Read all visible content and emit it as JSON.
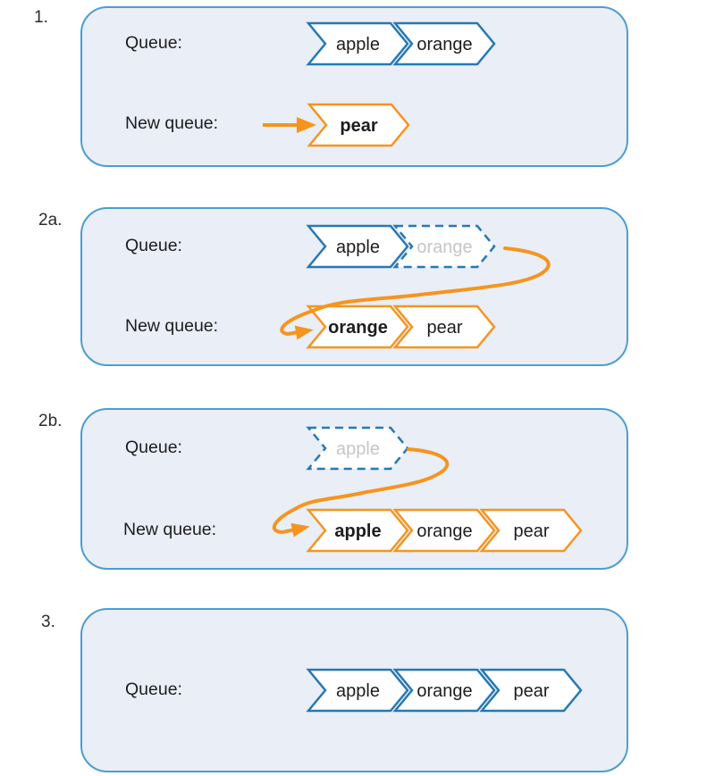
{
  "title": "Queue dequeue and enqueue steps diagram",
  "colors": {
    "blue": "#2579b5",
    "orange": "#f7941d",
    "panel_fill": "#e9eef7",
    "panel_border": "#4d9dd0",
    "text_dark": "#1d1d1f",
    "text_gray": "#c5c6c8",
    "label_text": "#2b2b2e",
    "item_fill": "#ffffff"
  },
  "panels": [
    {
      "label": "1.",
      "rows": [
        {
          "label": "Queue:",
          "items": [
            {
              "text": "apple",
              "color": "blue"
            },
            {
              "text": "orange",
              "color": "blue"
            }
          ]
        },
        {
          "label": "New queue:",
          "arrow": "straight",
          "items": [
            {
              "text": "pear",
              "color": "orange",
              "bold": true
            }
          ]
        }
      ]
    },
    {
      "label": "2a.",
      "rows": [
        {
          "label": "Queue:",
          "items": [
            {
              "text": "apple",
              "color": "blue"
            },
            {
              "text": "orange",
              "color": "blue",
              "dashed": true,
              "gray": true
            }
          ]
        },
        {
          "label": "New queue:",
          "arrow": "curve2a",
          "items": [
            {
              "text": "orange",
              "color": "orange",
              "bold": true
            },
            {
              "text": "pear",
              "color": "orange"
            }
          ]
        }
      ]
    },
    {
      "label": "2b.",
      "rows": [
        {
          "label": "Queue:",
          "items": [
            {
              "text": "apple",
              "color": "blue",
              "dashed": true,
              "gray": true
            }
          ]
        },
        {
          "label": "New queue:",
          "arrow": "curve2b",
          "items": [
            {
              "text": "apple",
              "color": "orange",
              "bold": true
            },
            {
              "text": "orange",
              "color": "orange"
            },
            {
              "text": "pear",
              "color": "orange"
            }
          ]
        }
      ]
    },
    {
      "label": "3.",
      "rows": [
        {
          "label": "Queue:",
          "items": [
            {
              "text": "apple",
              "color": "blue"
            },
            {
              "text": "orange",
              "color": "blue"
            },
            {
              "text": "pear",
              "color": "blue"
            }
          ]
        }
      ]
    }
  ]
}
